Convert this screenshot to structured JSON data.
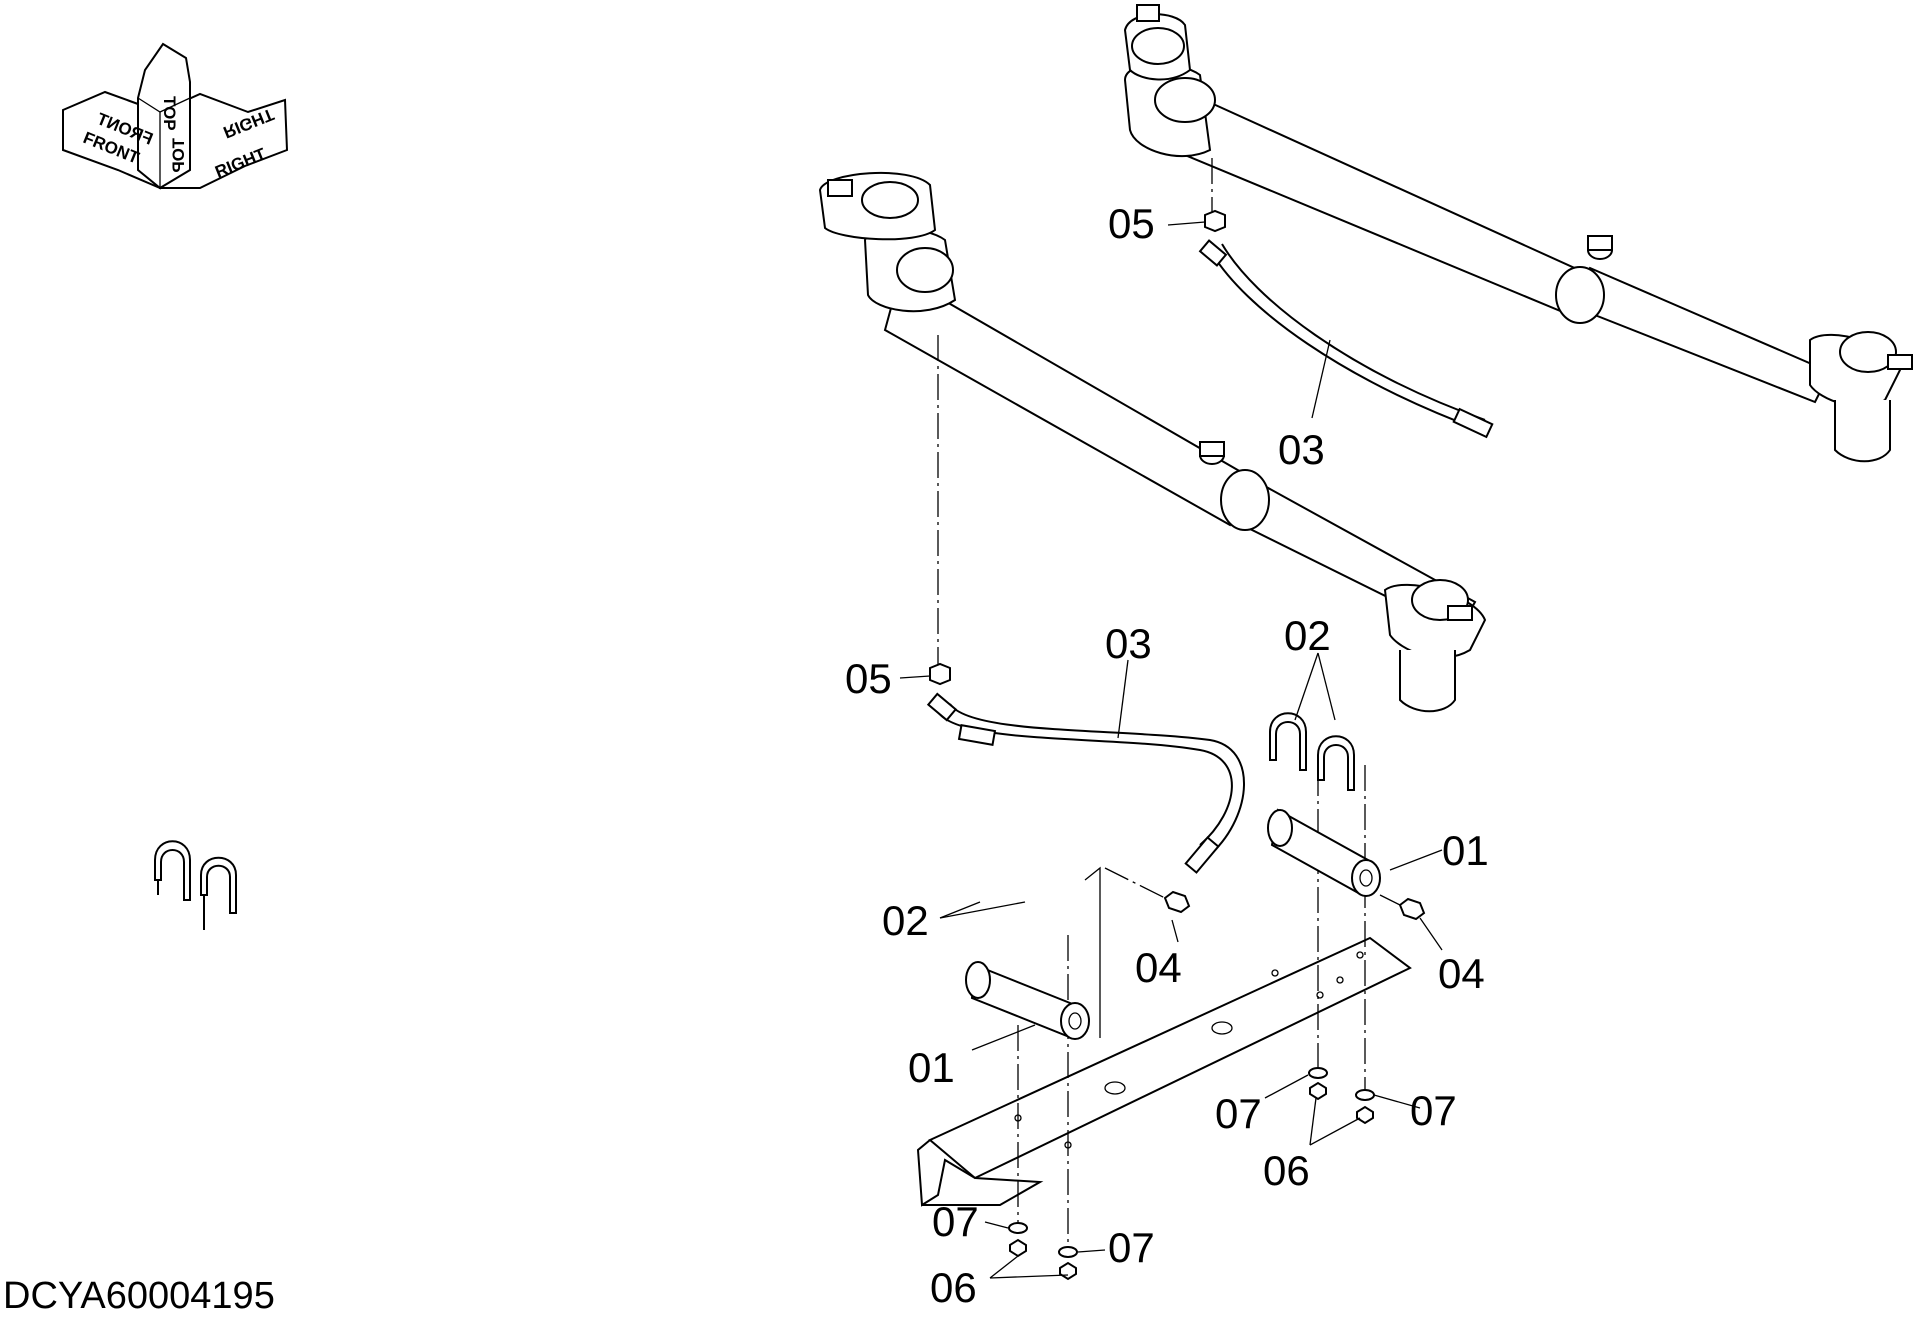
{
  "orientation": {
    "front": "FRONT",
    "top": "TOP",
    "right": "RIGHT"
  },
  "labels": {
    "p01": "01",
    "p02": "02",
    "p03": "03",
    "p04": "04",
    "p05": "05",
    "p06": "06",
    "p07": "07"
  },
  "drawing_code": "DCYA60004195"
}
